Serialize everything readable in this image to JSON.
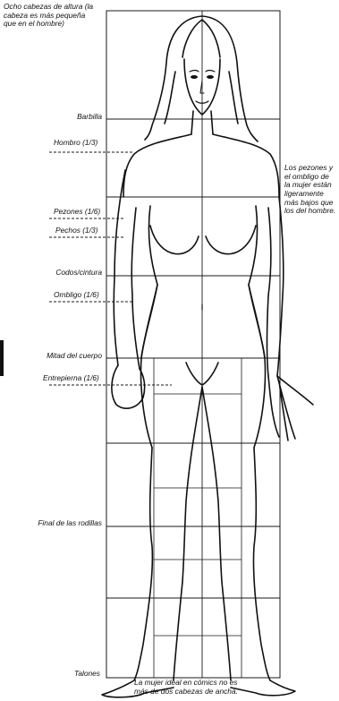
{
  "diagram": {
    "title_note": "Ocho cabezas de altura (la\ncabeza es más pequeña\nque en el hombre)",
    "labels": {
      "barbilla": "Barbilla",
      "hombro": "Hombro (1/3)",
      "pezones": "Pezones (1/6)",
      "pechos": "Pechos (1/3)",
      "codos": "Codos/cintura",
      "ombligo": "Ombligo (1/6)",
      "mitad": "Mitad del cuerpo",
      "entrepierna": "Entrepierna (1/6)",
      "rodillas": "Final de las rodillas",
      "talones": "Talones"
    },
    "side_note": "Los pezones y\nel ombligo de\nla mujer están\nligeramente\nmás bajos que\nlos del hombre.",
    "bottom_note": "La mujer ideal en cómics no es\nmás de dos cabezas de ancha.",
    "colors": {
      "ink": "#111111",
      "paper": "#ffffff"
    }
  }
}
